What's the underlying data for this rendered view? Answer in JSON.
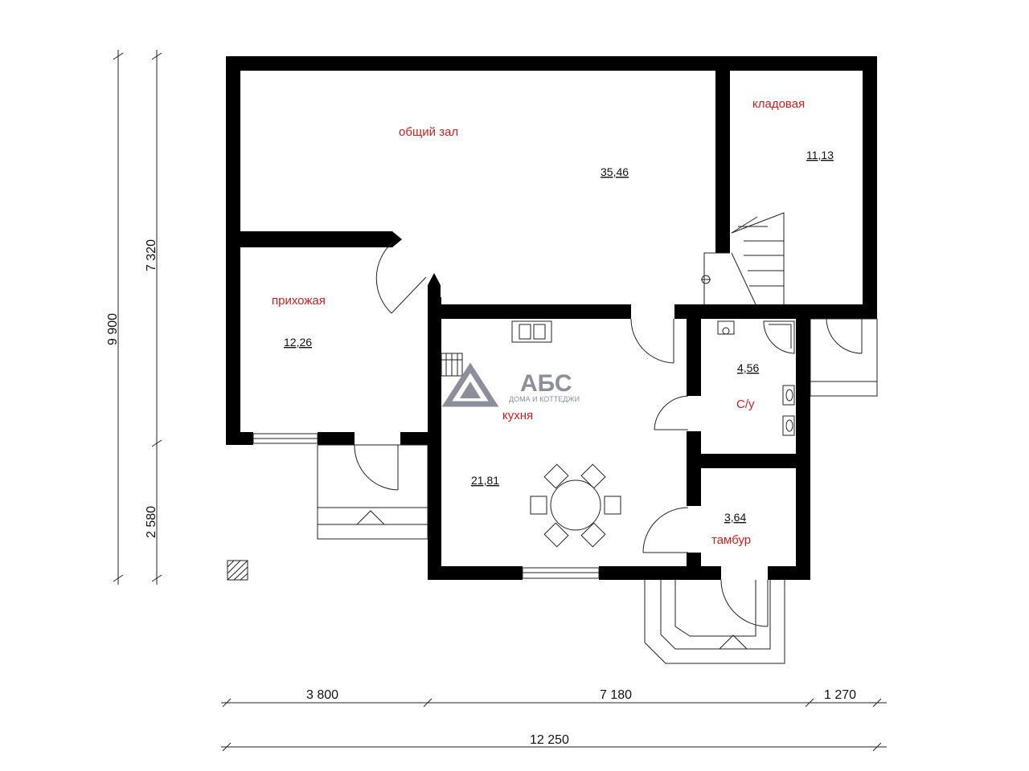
{
  "rooms": {
    "hall": {
      "name": "общий зал",
      "area": "35,46"
    },
    "storage": {
      "name": "кладовая",
      "area": "11,13"
    },
    "entry": {
      "name": "прихожая",
      "area": "12,26"
    },
    "kitchen": {
      "name": "кухня",
      "area": "21,81"
    },
    "bathroom": {
      "name": "С/у",
      "area": "4,56"
    },
    "vestibule": {
      "name": "тамбур",
      "area": "3,64"
    }
  },
  "dimensions": {
    "total_height": "9 900",
    "upper_height": "7 320",
    "lower_height": "2 580",
    "width_left": "3 800",
    "width_mid": "7 180",
    "width_right": "1 270",
    "total_width": "12 250"
  },
  "logo": {
    "title": "АБС",
    "subtitle": "ДОМА И КОТТЕДЖИ"
  },
  "colors": {
    "wall": "#000000",
    "room_label": "#cc1f1f",
    "logo": "#8c8f9a"
  }
}
